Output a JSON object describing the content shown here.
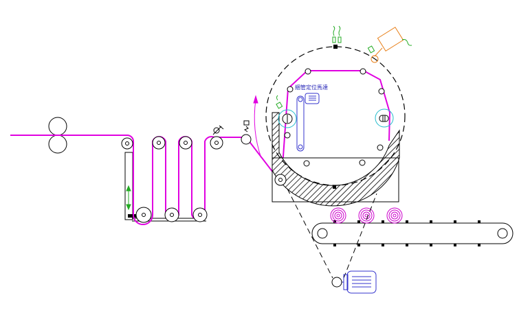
{
  "labels": {
    "coil_positioning_motor": "綑管定位馬達"
  },
  "colors": {
    "line": "#000000",
    "web": "#e000e0",
    "motor": "#3333cc",
    "cyan": "#22bbcc",
    "sensor": "#22aa22",
    "orange": "#e8801a",
    "rolls": "#cc00cc"
  },
  "components": [
    "nip-rollers",
    "accumulator-dancer",
    "guide-rollers",
    "cutter",
    "sensor-box",
    "winding-drum",
    "positioning-motor",
    "hatched-cradle",
    "conveyor",
    "drive-motor",
    "product-rolls"
  ]
}
